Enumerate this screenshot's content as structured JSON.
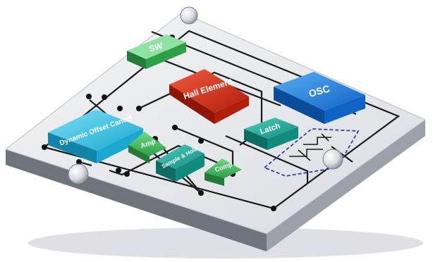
{
  "diagram": {
    "blocks": {
      "sw": "SW",
      "hall_element": "Hall Element",
      "osc": "OSC",
      "dynamic_offset_cancel": "Dynamic Offset Cancel",
      "amp": "Amp",
      "sample_hold": "Sample & Hold",
      "comp": "Comp",
      "latch": "Latch"
    },
    "colors": {
      "board_top": "#e6e8ec",
      "board_side": "#8e939c",
      "wire": "#1a1a1a",
      "green_block": "#3fb65a",
      "red_block": "#d42a16",
      "blue_block": "#1c7fe0",
      "cyan_block": "#2fbfe0",
      "teal_block": "#1fa296",
      "dashed_outline": "#3a3aa8"
    }
  }
}
